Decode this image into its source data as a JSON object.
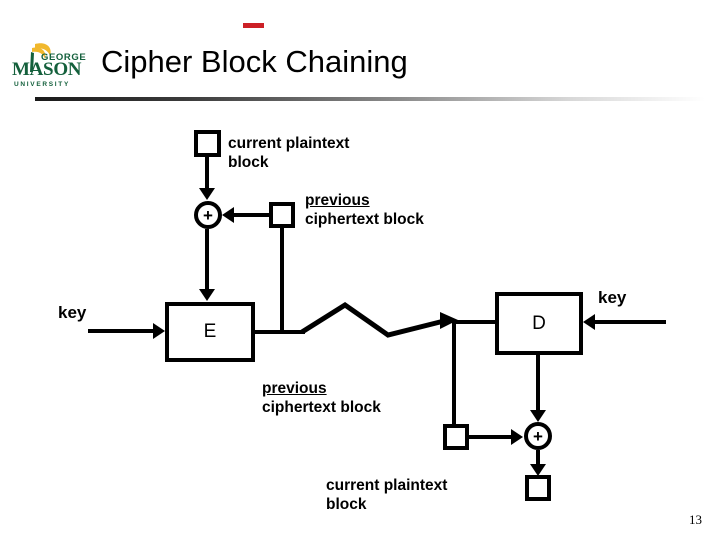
{
  "slide": {
    "title": "Cipher Block Chaining",
    "page_number": "13",
    "accent_color": "#cc2026",
    "logo": {
      "name": "george-mason-university-logo",
      "line1": "GEORGE",
      "line2": "MASON",
      "line3": "U N I V E R S I T Y",
      "green": "#14603c",
      "gold": "#f1b82d"
    }
  },
  "diagram": {
    "encrypt": {
      "plaintext_label_line1": "current plaintext",
      "plaintext_label_line2": "block",
      "prev_cipher_label_line1": "previous",
      "prev_cipher_label_line2": "ciphertext block",
      "key_label": "key",
      "cipher_box_label": "E",
      "xor_symbol": "+"
    },
    "decrypt": {
      "prev_cipher_label_line1": "previous",
      "prev_cipher_label_line2": "ciphertext block",
      "key_label": "key",
      "cipher_box_label": "D",
      "xor_symbol": "+",
      "plaintext_label_line1": "current plaintext",
      "plaintext_label_line2": "block"
    }
  }
}
